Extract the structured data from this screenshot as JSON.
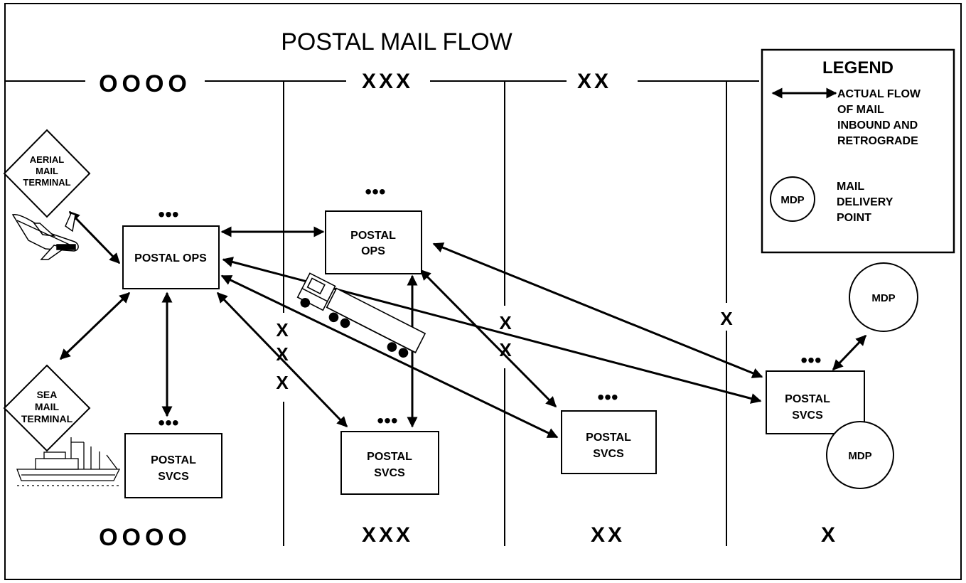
{
  "title": "POSTAL MAIL FLOW",
  "echelon_labels": {
    "top": [
      "OOOO",
      "XXX",
      "XX"
    ],
    "bottom": [
      "OOOO",
      "XXX",
      "XX",
      "X"
    ],
    "boundary": [
      "X",
      "X",
      "X",
      "X",
      "X",
      "X"
    ]
  },
  "legend": {
    "heading": "LEGEND",
    "flow_lines": [
      "ACTUAL FLOW",
      "OF MAIL",
      "INBOUND AND",
      "RETROGRADE"
    ],
    "mdp_symbol": "MDP",
    "mdp_lines": [
      "MAIL",
      "DELIVERY",
      "POINT"
    ]
  },
  "terminals": {
    "aerial": [
      "AERIAL",
      "MAIL",
      "TERMINAL"
    ],
    "sea": [
      "SEA",
      "MAIL",
      "TERMINAL"
    ]
  },
  "nodes": {
    "postal_ops_main": [
      "POSTAL OPS"
    ],
    "postal_ops_mid": [
      "POSTAL",
      "OPS"
    ],
    "postal_svcs_left": [
      "POSTAL",
      "SVCS"
    ],
    "postal_svcs_mid": [
      "POSTAL",
      "SVCS"
    ],
    "postal_svcs_right": [
      "POSTAL",
      "SVCS"
    ],
    "postal_svcs_far": [
      "POSTAL",
      "SVCS"
    ]
  },
  "unit_marker": "•••",
  "mdp_nodes": [
    "MDP",
    "MDP"
  ]
}
